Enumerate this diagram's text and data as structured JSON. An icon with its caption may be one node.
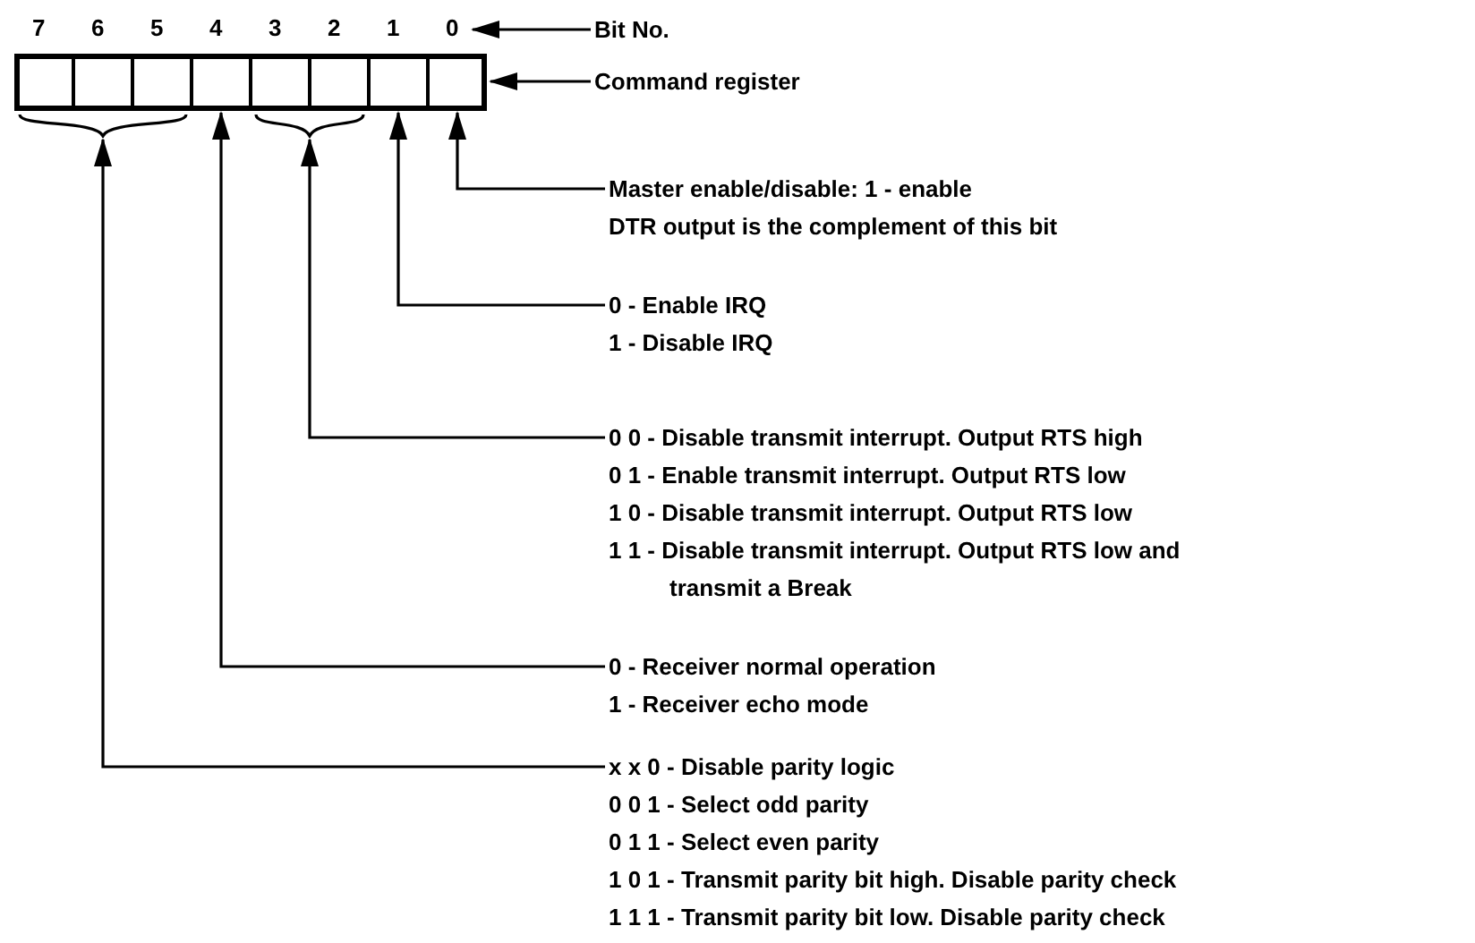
{
  "diagram": {
    "nodes": [
      {
        "text": [
          "Bit No."
        ]
      },
      {
        "text": [
          "Command register"
        ]
      },
      {
        "text": [],
        "shape": "box"
      },
      {
        "text": [],
        "shape": "box",
        "in": 2
      },
      {
        "text": [],
        "shape": "box",
        "in": 2
      },
      {
        "text": [],
        "shape": "box",
        "in": 2
      },
      {
        "text": [],
        "shape": "box",
        "in": 2
      },
      {
        "text": [],
        "shape": "box",
        "in": 2
      },
      {
        "text": [],
        "shape": "box",
        "in": 2
      },
      {
        "text": [],
        "shape": "box",
        "in": 2
      },
      {
        "text": [],
        "shape": "box",
        "in": 2
      },
      {
        "text": [],
        "shape": "brace"
      },
      {
        "text": [],
        "shape": "brace"
      },
      {
        "text": [
          "Master enable/disable: 1 - enable",
          "DTR output is the complement of this bit"
        ]
      },
      {
        "text": [
          "0 - Enable IRQ",
          "1 - Disable IRQ"
        ]
      },
      {
        "text": [
          "0 0 - Disable transmit interrupt. Output RTS high",
          "0 1 - Enable transmit interrupt. Output RTS low",
          "1 0 - Disable transmit interrupt. Output RTS low",
          "1 1 - Disable transmit interrupt. Output RTS low and transmit a Break"
        ]
      },
      {
        "text": [
          "0 - Receiver normal operation",
          "1 - Receiver echo mode"
        ]
      },
      {
        "text": [
          "x x 0 - Disable parity logic",
          "0 0 1 - Select odd parity",
          "0 1 1 - Select even parity",
          "1 0 1 - Transmit parity bit high. Disable parity check",
          "1 1 1 - Transmit parity bit low. Disable parity check"
        ]
      },
      {
        "text": [
          "7"
        ]
      },
      {
        "text": [
          "6"
        ]
      },
      {
        "text": [
          "5"
        ]
      },
      {
        "text": [
          "4"
        ]
      },
      {
        "text": [
          "3"
        ]
      },
      {
        "text": [
          "2"
        ]
      },
      {
        "text": [
          "1"
        ]
      },
      {
        "text": [
          "0"
        ]
      }
    ],
    "edges": [
      {
        "from": 0,
        "to": 25,
        "arrow": "to"
      },
      {
        "from": 1,
        "to": 2,
        "arrow": "to"
      },
      {
        "from": 13,
        "to": 10,
        "arrow": "to"
      },
      {
        "from": 14,
        "to": 9,
        "arrow": "to"
      },
      {
        "from": 15,
        "to": 12,
        "arrow": "to"
      },
      {
        "from": 16,
        "to": 6,
        "arrow": "to"
      },
      {
        "from": 17,
        "to": 11,
        "arrow": "to"
      }
    ]
  }
}
